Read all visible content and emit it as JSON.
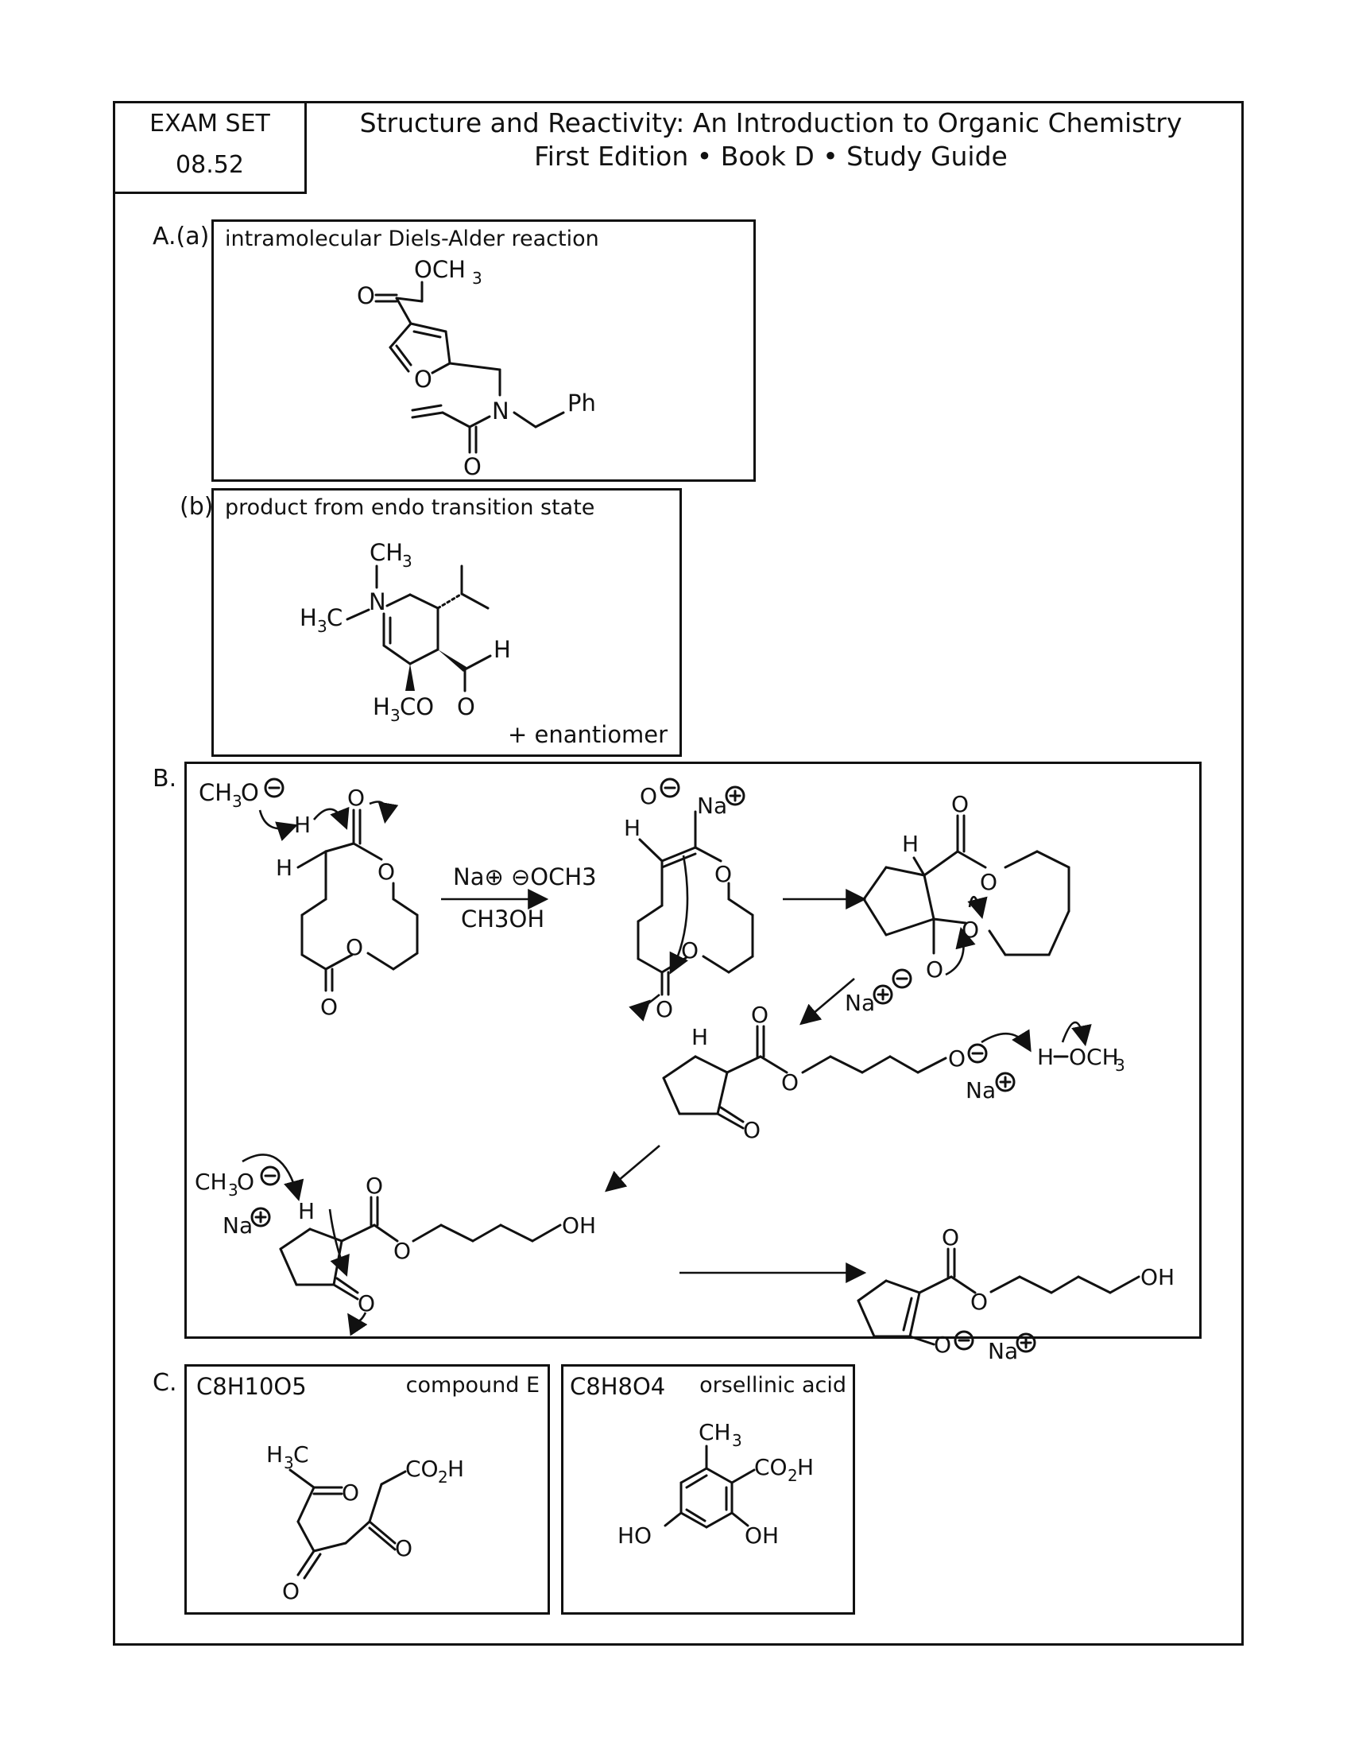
{
  "header": {
    "exam_set_label": "EXAM SET",
    "exam_set_number": "08.52",
    "title_line1": "Structure and Reactivity: An Introduction to Organic Chemistry",
    "title_line2": "First Edition • Book D • Study Guide"
  },
  "partA": {
    "a_label": "A.(a)",
    "a_caption": "intramolecular Diels-Alder reaction",
    "b_label": "(b)",
    "b_caption": "product from endo transition state",
    "b_note": "+ enantiomer"
  },
  "partB": {
    "label": "B.",
    "reagent_line1": "Na⊕ ⊖OCH3",
    "reagent_line2": "CH3OH"
  },
  "partC": {
    "label": "C.",
    "box1_formula": "C8H10O5",
    "box1_name": "compound E",
    "box2_formula": "C8H8O4",
    "box2_name": "orsellinic acid"
  }
}
